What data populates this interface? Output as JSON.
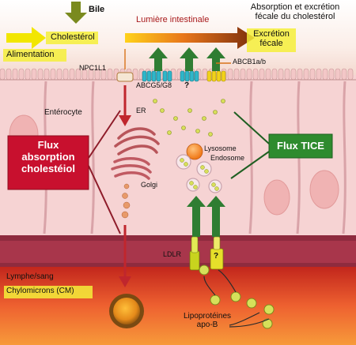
{
  "labels": {
    "bile": "Bile",
    "cholesterol": "Cholestérol",
    "alimentation": "Alimentation",
    "lumiere": "Lumière intestinale",
    "title_line1": "Absorption et excrétion",
    "title_line2": "fécale du cholestérol",
    "excretion_line1": "Excrétion",
    "excretion_line2": "fécale",
    "npc1l1": "NPC1L1",
    "abcg5g8": "ABCG5/G8",
    "question_top": "?",
    "abcb1ab": "ABCB1a/b",
    "enterocyte": "Entérocyte",
    "er": "ER",
    "golgi": "Golgi",
    "lysosome": "Lysosome",
    "endosome": "Endosome",
    "flux_abs_line1": "Flux",
    "flux_abs_line2": "absorption",
    "flux_abs_line3": "cholestéiol",
    "flux_tice": "Flux TICE",
    "ldlr": "LDLR",
    "question_bottom": "?",
    "lymphe": "Lymphe/sang",
    "chylomicrons": "Chylomicrons (CM)",
    "lipo_line1": "Lipoprotéines",
    "lipo_line2": "apo-B"
  },
  "colors": {
    "flux_absorption_box": "#c8102e",
    "flux_tice_box": "#2e8b2e",
    "arrow_red": "#c0262d",
    "arrow_green": "#2f7d32",
    "bile_arrow": "#7a8a1e",
    "alimentation_arrow": "#f2e600",
    "label_highlight": "#f5ef3a",
    "excretion_arrow": "#8a3a12",
    "cell_fill": "#f6d3d3",
    "blood_fill": "#e24a2a"
  }
}
